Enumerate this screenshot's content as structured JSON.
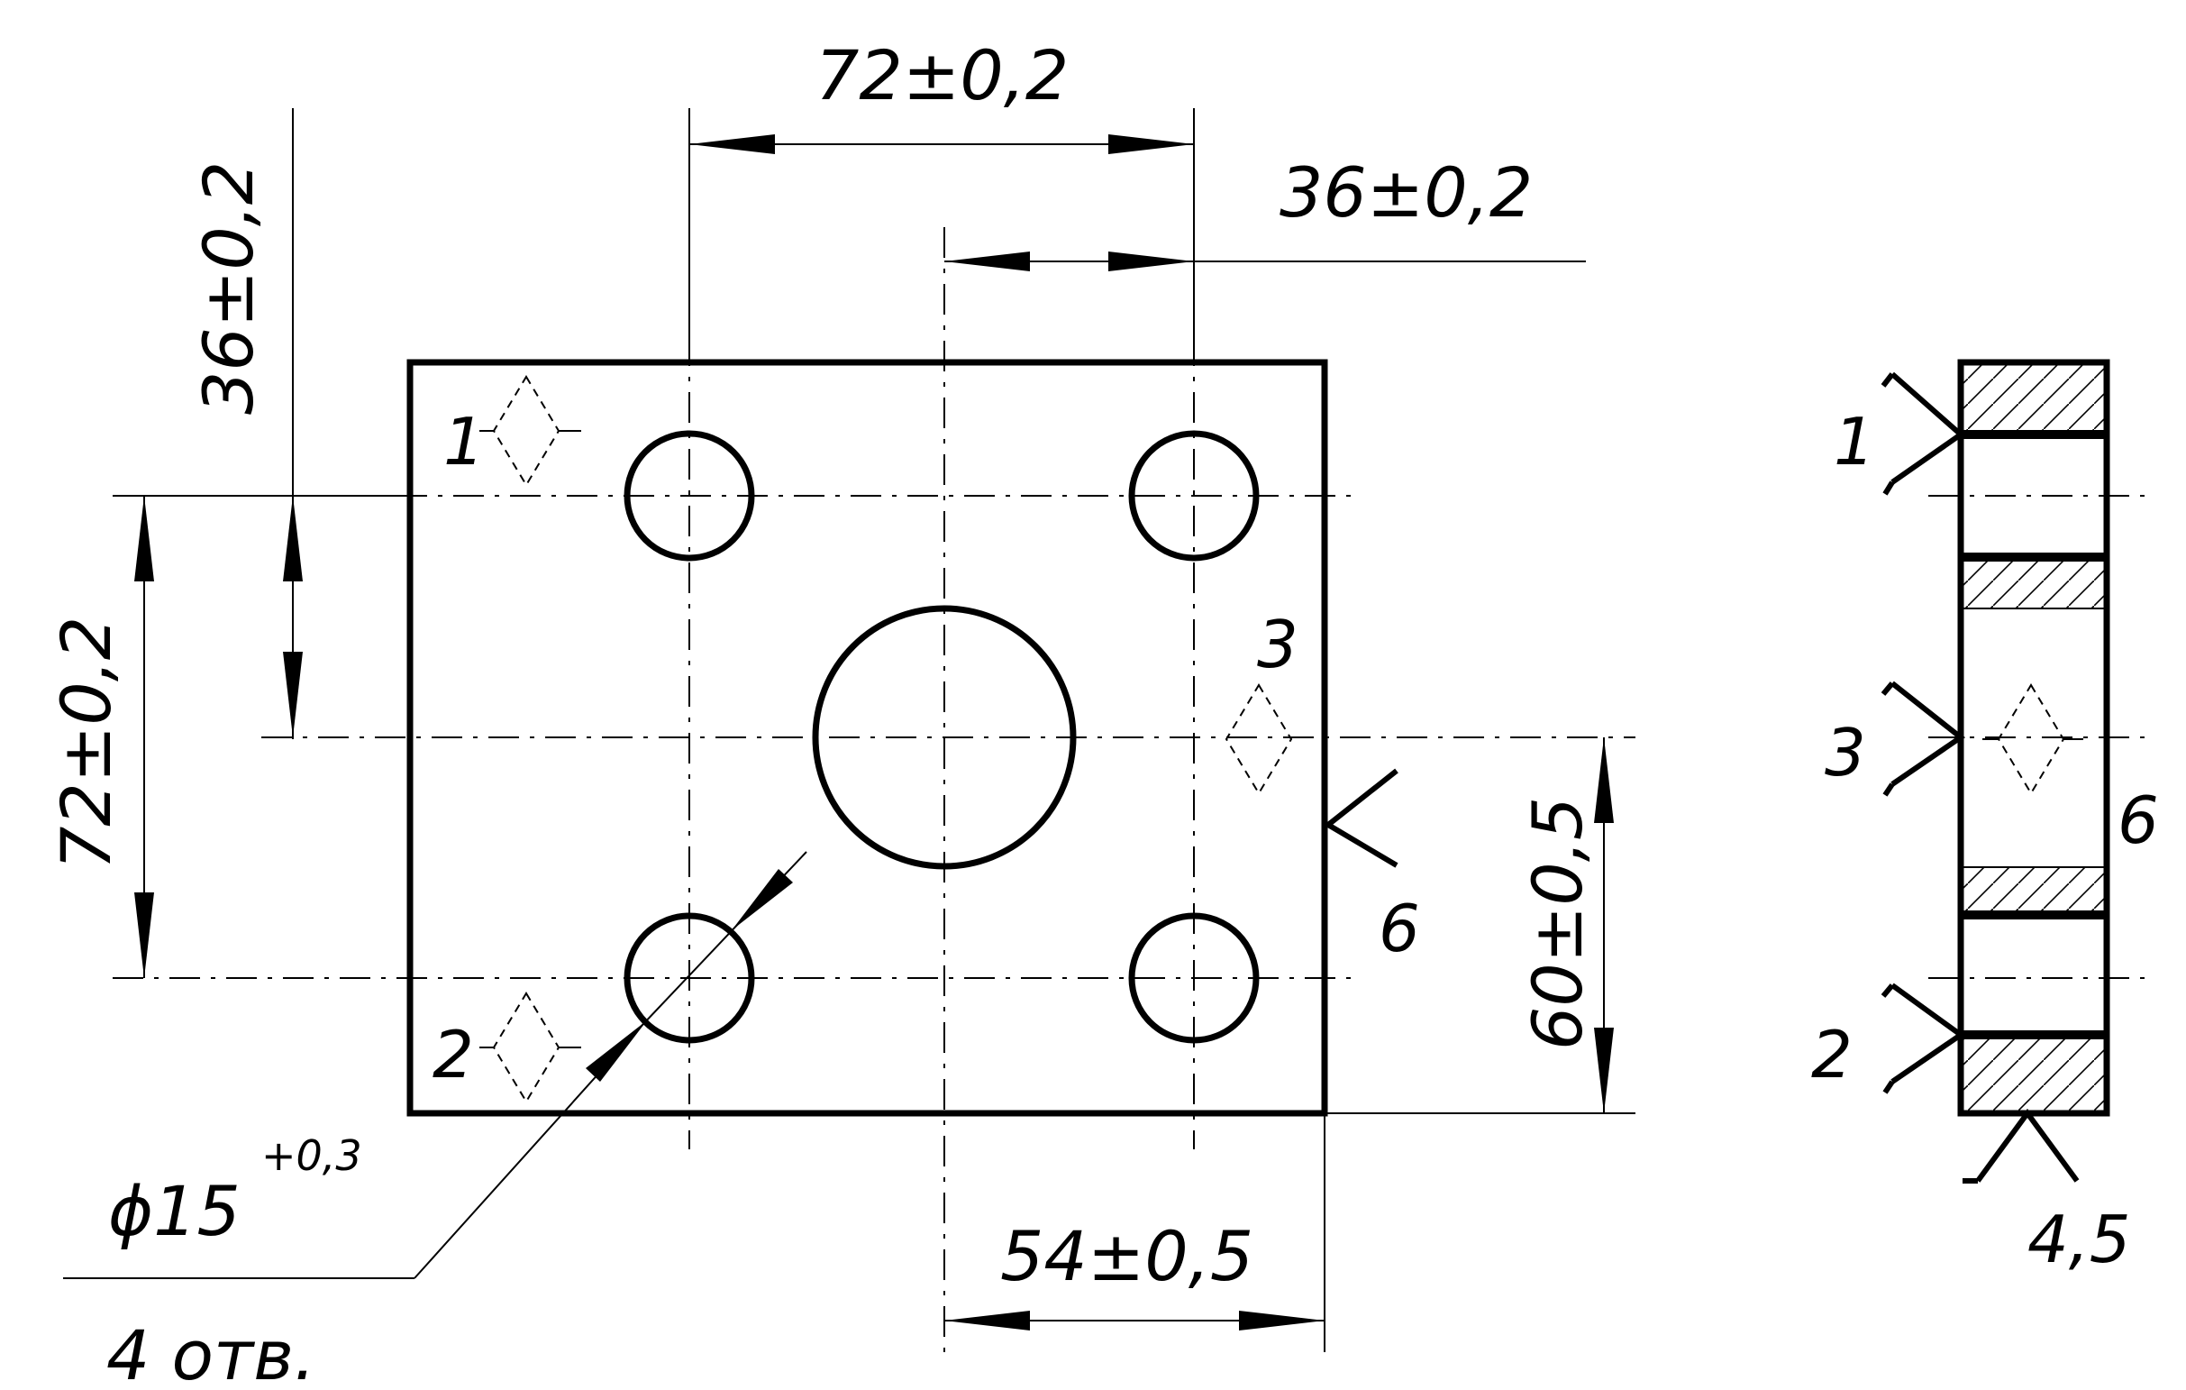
{
  "dimensions": {
    "top_72": "72±0,2",
    "top_36": "36±0,2",
    "left_36": "36±0,2",
    "left_72": "72±0,2",
    "right_60": "60±0,5",
    "bottom_54": "54±0,5",
    "hole_diameter": "ϕ15",
    "hole_tolerance": "+0,3",
    "hole_count": "4 отв."
  },
  "markers": {
    "m1": "1",
    "m2": "2",
    "m3": "3",
    "m6": "6",
    "side_1": "1",
    "side_2": "2",
    "side_3": "3",
    "side_6": "6",
    "side_45": "4,5"
  }
}
